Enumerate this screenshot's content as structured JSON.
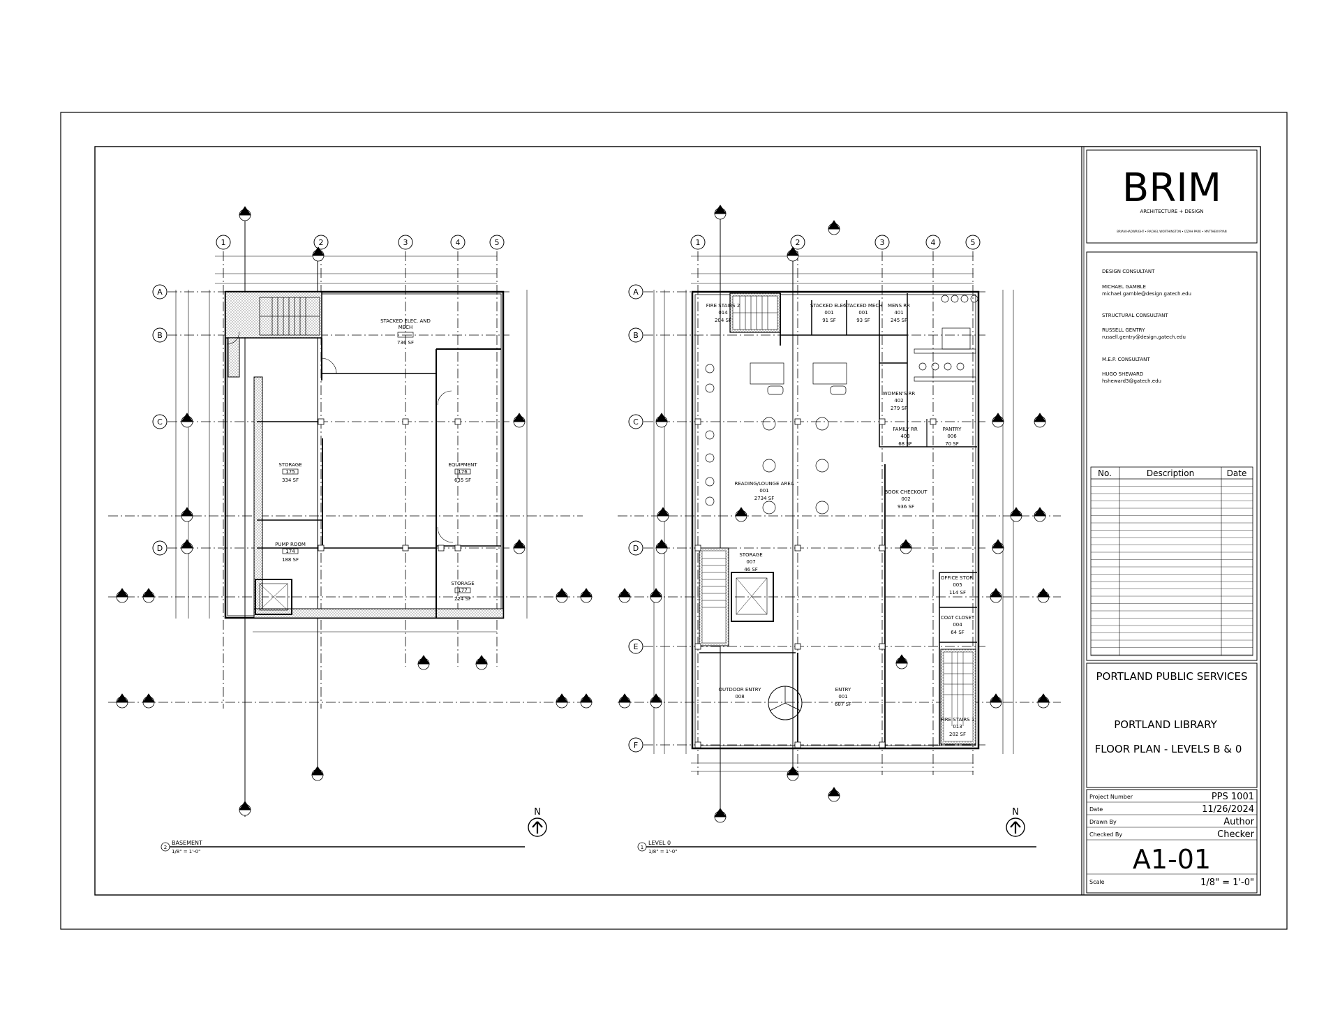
{
  "firm": {
    "name": "BRIM",
    "tagline": "ARCHITECTURE + DESIGN",
    "members": "BRIAN HADWRIGHT • RACHEL WORTHINGTON • IZZAH PARK • MATTHEW RYAN"
  },
  "consultants": [
    {
      "role": "DESIGN CONSULTANT",
      "name": "MICHAEL GAMBLE",
      "email": "michael.gamble@design.gatech.edu"
    },
    {
      "role": "STRUCTURAL CONSULTANT",
      "name": "RUSSELL GENTRY",
      "email": "russell.gentry@design.gatech.edu"
    },
    {
      "role": "M.E.P. CONSULTANT",
      "name": "HUGO SHEWARD",
      "email": "hsheward3@gatech.edu"
    }
  ],
  "revisions": {
    "col_no": "No.",
    "col_desc": "Description",
    "col_date": "Date"
  },
  "project": {
    "client": "PORTLAND PUBLIC SERVICES",
    "name": "PORTLAND LIBRARY",
    "sheet_title": "FLOOR PLAN - LEVELS B & 0"
  },
  "info": {
    "project_number_label": "Project Number",
    "project_number": "PPS 1001",
    "date_label": "Date",
    "date": "11/26/2024",
    "drawn_by_label": "Drawn By",
    "drawn_by": "Author",
    "checked_by_label": "Checked By",
    "checked_by": "Checker",
    "sheet_number": "A1-01",
    "scale_label": "Scale",
    "scale": "1/8\" = 1'-0\""
  },
  "plans": {
    "left": {
      "number": "2",
      "title": "BASEMENT",
      "scale": "1/8\" = 1'-0\"",
      "rooms": [
        {
          "name": "STACKED ELEC. AND",
          "name2": "MECH",
          "area": "736 SF"
        },
        {
          "name": "STORAGE",
          "num": "175",
          "area": "334 SF"
        },
        {
          "name": "EQUIPMENT",
          "num": "176",
          "area": "635 SF"
        },
        {
          "name": "PUMP ROOM",
          "num": "174",
          "area": "188 SF"
        },
        {
          "name": "STORAGE",
          "num": "177",
          "area": "224 SF"
        }
      ]
    },
    "right": {
      "number": "1",
      "title": "LEVEL 0",
      "scale": "1/8\" = 1'-0\"",
      "rooms": [
        {
          "name": "FIRE STAIRS 2",
          "num": "014",
          "area": "204 SF"
        },
        {
          "name": "STACKED ELEC.",
          "num": "001",
          "area": "91 SF"
        },
        {
          "name": "STACKED MECH",
          "num": "001",
          "area": "93 SF"
        },
        {
          "name": "MENS RR",
          "num": "401",
          "area": "245 SF"
        },
        {
          "name": "WOMEN'S RR",
          "num": "402",
          "area": "279 SF"
        },
        {
          "name": "FAMILY RR",
          "num": "403",
          "area": "68 SF"
        },
        {
          "name": "PANTRY",
          "num": "006",
          "area": "70 SF"
        },
        {
          "name": "READING/LOUNGE AREA",
          "num": "001",
          "area": "2734 SF"
        },
        {
          "name": "BOOK CHECKOUT",
          "num": "002",
          "area": "936 SF"
        },
        {
          "name": "STORAGE",
          "num": "007",
          "area": "46 SF"
        },
        {
          "name": "OFFICE STOR.",
          "num": "005",
          "area": "114 SF"
        },
        {
          "name": "COAT CLOSET",
          "num": "004",
          "area": "64 SF"
        },
        {
          "name": "OUTDOOR ENTRY",
          "num": "008",
          "area": ""
        },
        {
          "name": "ENTRY",
          "num": "001",
          "area": "607 SF"
        },
        {
          "name": "FIRE STAIRS 1",
          "num": "013",
          "area": "202 SF"
        }
      ]
    },
    "grid_columns": [
      "1",
      "2",
      "3",
      "4",
      "5"
    ],
    "grid_rows_left": [
      "A",
      "B",
      "C",
      "D"
    ],
    "grid_rows_right": [
      "A",
      "B",
      "C",
      "D",
      "E",
      "F"
    ],
    "north": "N"
  }
}
